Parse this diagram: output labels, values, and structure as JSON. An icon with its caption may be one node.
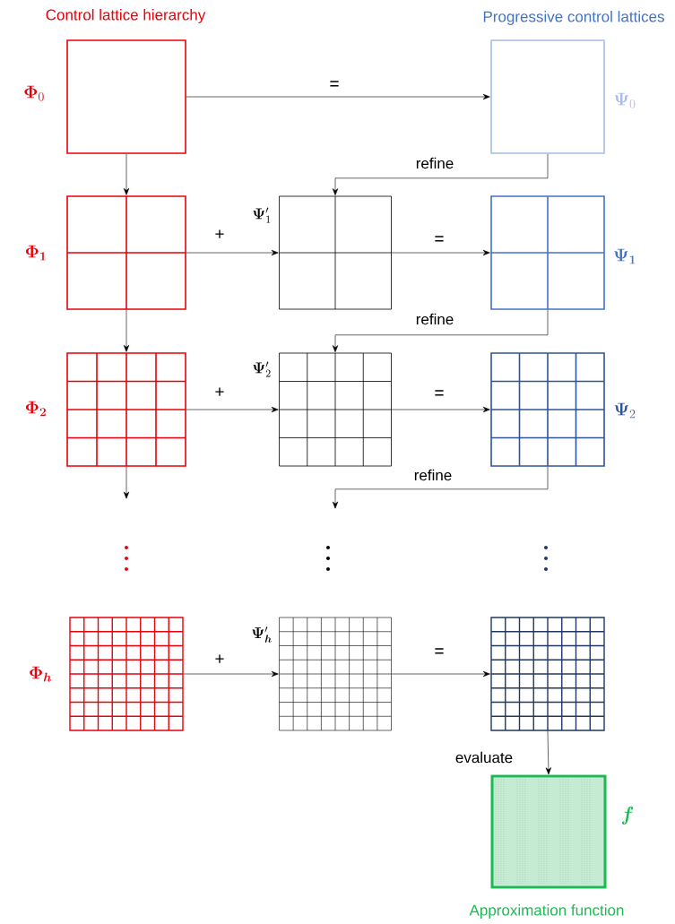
{
  "diagram": {
    "nodes": [
      {
        "text": [],
        "shape": "box",
        "beside": [
          "\\mathbf{\\Phi}_0"
        ]
      },
      {
        "text": [],
        "shape": "box",
        "beside": [
          "\\mathbf{\\Psi}_0"
        ]
      },
      {
        "text": [],
        "shape": "box",
        "beside": [
          "\\mathbf{\\Phi_1}"
        ]
      },
      {
        "text": [],
        "shape": "box",
        "beside": [
          "\\mathbf{\\Psi}_1'"
        ]
      },
      {
        "text": [],
        "shape": "box",
        "beside": [
          "\\mathbf{\\Psi_1}"
        ]
      },
      {
        "text": [],
        "shape": "box",
        "beside": [
          "\\mathbf{\\Phi_2}"
        ]
      },
      {
        "text": [],
        "shape": "box",
        "beside": [
          "\\mathbf{\\Psi}_2'"
        ]
      },
      {
        "text": [],
        "shape": "box",
        "beside": [
          "\\mathbf{\\Psi}_2"
        ]
      },
      {
        "text": [],
        "shape": "box",
        "beside": [
          "\\mathbf{\\Phi}_{\\boldsymbol{h}}"
        ]
      },
      {
        "text": [],
        "shape": "box",
        "beside": [
          "\\mathbf{\\Psi}_{\\boldsymbol{h}}'"
        ]
      },
      {
        "text": [],
        "shape": "box"
      },
      {
        "text": [],
        "shape": "box",
        "beside": [
          "\\boldsymbol{f}",
          "Approximation function"
        ]
      }
    ],
    "edges": [
      {
        "from": 0,
        "to": 1,
        "arrow": "to",
        "label": "="
      },
      {
        "from": 0,
        "to": 2,
        "arrow": "to"
      },
      {
        "from": 1,
        "to": 3,
        "arrow": "to",
        "label": "refine"
      },
      {
        "from": 2,
        "to": 3,
        "arrow": "to",
        "label": "+"
      },
      {
        "from": 3,
        "to": 4,
        "arrow": "to",
        "label": "="
      },
      {
        "from": 2,
        "to": 5,
        "arrow": "to"
      },
      {
        "from": 4,
        "to": 6,
        "arrow": "to",
        "label": "refine"
      },
      {
        "from": 5,
        "to": 6,
        "arrow": "to",
        "label": "+"
      },
      {
        "from": 6,
        "to": 7,
        "arrow": "to",
        "label": "="
      },
      {
        "from": 5,
        "to": null,
        "arrow": "to"
      },
      {
        "from": 7,
        "to": null,
        "arrow": "to",
        "label": "refine"
      },
      {
        "from": 8,
        "to": 9,
        "arrow": "to",
        "label": "+"
      },
      {
        "from": 9,
        "to": 10,
        "arrow": "to",
        "label": "="
      },
      {
        "from": 10,
        "to": 11,
        "arrow": "to",
        "label": "evaluate"
      }
    ],
    "labels": [
      "Control lattice hierarchy",
      "Progressive control lattices"
    ]
  }
}
